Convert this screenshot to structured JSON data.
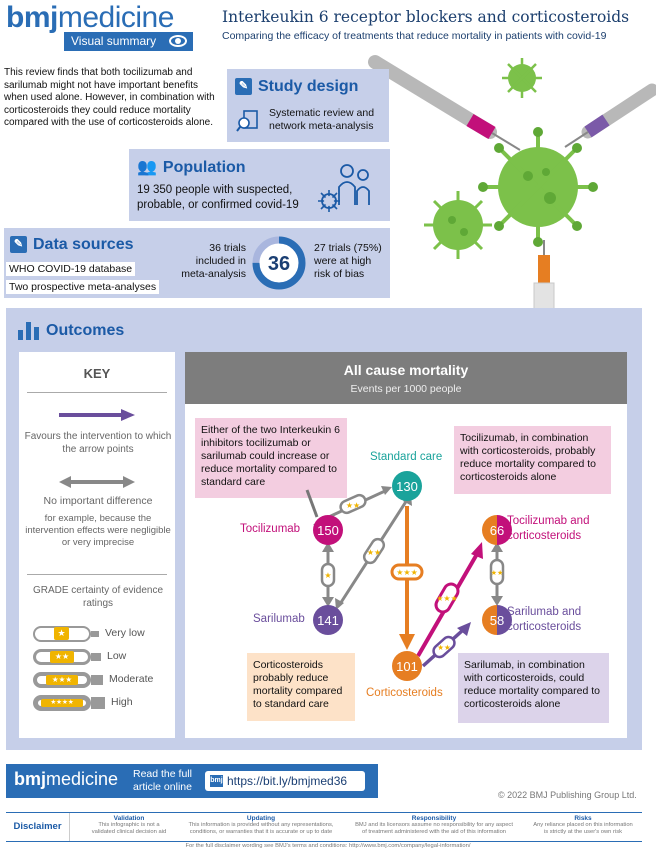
{
  "header": {
    "logo_bold": "bmj",
    "logo_rest": "medicine",
    "pill": "Visual summary",
    "title": "Interkeukin 6 receptor blockers and corticosteroids",
    "subtitle": "Comparing the efficacy of treatments that reduce mortality in patients with covid-19"
  },
  "intro": "This review finds that both tocilizumab and sarilumab might not have important benefits when used alone. However, in combination with corticosteroids they could reduce mortality compared with the use of corticosteroids alone.",
  "study_design": {
    "heading": "Study design",
    "text1": "Systematic review and",
    "text2": "network meta-analysis"
  },
  "population": {
    "heading": "Population",
    "text1": "19 350 people with suspected,",
    "text2": "probable, or confirmed covid-19"
  },
  "data_sources": {
    "heading": "Data sources",
    "items": [
      "WHO COVID-19 database",
      "Two prospective meta-analyses"
    ],
    "trials_left1": "36 trials",
    "trials_left2": "included in",
    "trials_left3": "meta-analysis",
    "donut_value": "36",
    "donut_fraction": 0.75,
    "trials_right1": "27 trials (75%)",
    "trials_right2": "were at high",
    "trials_right3": "risk of bias"
  },
  "outcomes": {
    "heading": "Outcomes",
    "key": {
      "heading": "KEY",
      "favours": "Favours the intervention to which the arrow points",
      "no_diff": "No important difference",
      "no_diff_detail": "for example, because the intervention effects were negligible or very imprecise",
      "grade_heading": "GRADE certainty of evidence ratings",
      "grades": [
        {
          "label": "Very low",
          "stars": "★"
        },
        {
          "label": "Low",
          "stars": "★★"
        },
        {
          "label": "Moderate",
          "stars": "★★★"
        },
        {
          "label": "High",
          "stars": "★★★★"
        }
      ]
    },
    "acm_title": "All cause mortality",
    "acm_sub": "Events per 1000 people",
    "notes": {
      "top_left": "Either of the two Interkeukin 6 inhibitors tocilizumab or sarilumab could increase or reduce mortality compared to standard care",
      "top_right": "Tocilizumab, in combination with corticosteroids, probably reduce mortality compared to corticosteroids alone",
      "bottom_left": "Corticosteroids probably reduce mortality compared to standard care",
      "bottom_right": "Sarilumab, in combination with corticosteroids, could reduce mortality compared to corticosteroids alone"
    },
    "nodes": {
      "standard_care": {
        "label": "Standard care",
        "value": "130"
      },
      "tocilizumab": {
        "label": "Tocilizumab",
        "value": "150"
      },
      "sarilumab": {
        "label": "Sarilumab",
        "value": "141"
      },
      "corticosteroids": {
        "label": "Corticosteroids",
        "value": "101"
      },
      "toci_cort": {
        "label1": "Tocilizumab and",
        "label2": "corticosteroids",
        "value": "66"
      },
      "sari_cort": {
        "label1": "Sarilumab and",
        "label2": "corticosteroids",
        "value": "58"
      }
    },
    "edge_stars": {
      "sc_toci": "★★",
      "sc_sari": "★★",
      "toci_sari": "★",
      "sc_cort": "★★★",
      "cort_toci": "★★★",
      "cort_sari": "★★",
      "toci_sari_cort": "★★"
    }
  },
  "footer": {
    "logo_bold": "bmj",
    "logo_rest": "medicine",
    "read1": "Read the full",
    "read2": "article online",
    "link_icon": "bmj",
    "link": "https://bit.ly/bmjmed36",
    "copyright": "© 2022 BMJ Publishing Group Ltd.",
    "disclaimer_label": "Disclaimer",
    "cols": [
      {
        "head": "Validation",
        "text1": "This infographic is not a",
        "text2": "validated clinical decision aid"
      },
      {
        "head": "Updating",
        "text1": "This information is provided without any representations,",
        "text2": "conditions, or warranties that it is accurate or up to date"
      },
      {
        "head": "Responsibility",
        "text1": "BMJ and its licensors assume no responsibility for any aspect",
        "text2": "of treatment administered with the aid of this information"
      },
      {
        "head": "Risks",
        "text1": "Any reliance placed on this information",
        "text2": "is strictly at the user's own risk"
      }
    ],
    "foot_line": "For the full disclaimer wording see BMJ's terms and conditions: http://www.bmj.com/company/legal-information/"
  },
  "colors": {
    "brand_blue": "#2a6db5",
    "panel_blue": "#c6cfe9",
    "standard_care": "#1aa39b",
    "tocilizumab": "#c2107a",
    "sarilumab": "#6a4e9c",
    "corticosteroids": "#e67e22",
    "virus_green": "#7cc14a"
  }
}
